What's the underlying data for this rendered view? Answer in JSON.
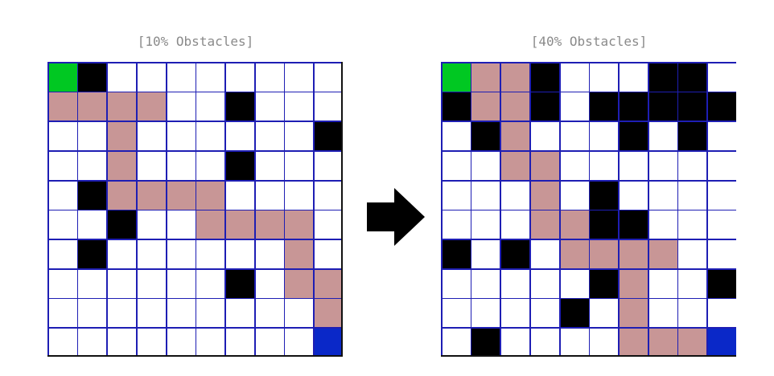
{
  "colors": {
    "empty": "#ffffff",
    "obstacle": "#000000",
    "path": "#c89696",
    "start": "#00c822",
    "goal": "#0a28c8",
    "gridline": "#1e1eb4",
    "title_text": "#8a8a8a"
  },
  "panels": [
    {
      "title": "[10% Obstacles]",
      "grid": [
        "SO........",
        "PPPP..O...",
        "..P......O",
        "..P...O...",
        ".OPPPP....",
        "..O..PPPP.",
        ".O......P.",
        "......O.PP",
        ".........P",
        ".........G"
      ]
    },
    {
      "title": "[40% Obstacles]",
      "grid": [
        "SPPO...OO.",
        "OPPO.OOOOO",
        ".OP...O.O.",
        "..PP......",
        "...P.O....",
        "...PPOO...",
        "O.O.PPPP..",
        ".....OP..O",
        "....O.P...",
        ".O....PPPG"
      ]
    }
  ],
  "legend_codes": {
    "S": "start",
    "G": "goal",
    "O": "obstacle",
    "P": "path",
    ".": "empty"
  },
  "arrow_icon": "right-arrow-icon"
}
